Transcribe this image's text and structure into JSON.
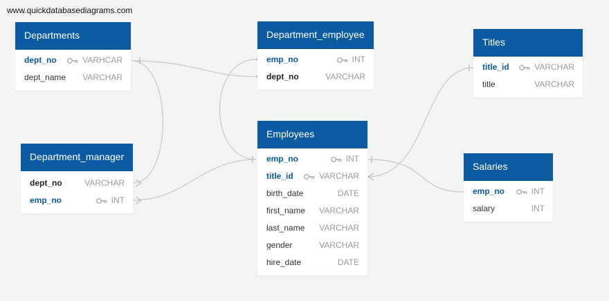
{
  "watermark": "www.quickdatabasediagrams.com",
  "tables": {
    "departments": {
      "title": "Departments",
      "rows": [
        {
          "name": "dept_no",
          "type": "VARHCAR",
          "key": "key-icon"
        },
        {
          "name": "dept_name",
          "type": "VARCHAR"
        }
      ]
    },
    "department_employee": {
      "title": "Department_employee",
      "rows": [
        {
          "name": "emp_no",
          "type": "INT",
          "key": "key-icon"
        },
        {
          "name": "dept_no",
          "type": "VARCHAR"
        }
      ]
    },
    "titles": {
      "title": "Titles",
      "rows": [
        {
          "name": "title_id",
          "type": "VARCHAR",
          "key": "key-icon"
        },
        {
          "name": "title",
          "type": "VARCHAR"
        }
      ]
    },
    "department_manager": {
      "title": "Department_manager",
      "rows": [
        {
          "name": "dept_no",
          "type": "VARCHAR"
        },
        {
          "name": "emp_no",
          "type": "INT",
          "key": "key-icon"
        }
      ]
    },
    "employees": {
      "title": "Employees",
      "rows": [
        {
          "name": "emp_no",
          "type": "INT",
          "key": "key-icon"
        },
        {
          "name": "title_id",
          "type": "VARCHAR",
          "key": "key-icon"
        },
        {
          "name": "birth_date",
          "type": "DATE"
        },
        {
          "name": "first_name",
          "type": "VARCHAR"
        },
        {
          "name": "last_name",
          "type": "VARCHAR"
        },
        {
          "name": "gender",
          "type": "VARCHAR"
        },
        {
          "name": "hire_date",
          "type": "DATE"
        }
      ]
    },
    "salaries": {
      "title": "Salaries",
      "rows": [
        {
          "name": "emp_no",
          "type": "INT",
          "key": "key-icon"
        },
        {
          "name": "salary",
          "type": "INT"
        }
      ]
    }
  },
  "colors": {
    "header": "#0b5aa2",
    "primary_key": "#0b5aa2",
    "line": "#c8c8c8",
    "background": "#f3f4f4"
  }
}
